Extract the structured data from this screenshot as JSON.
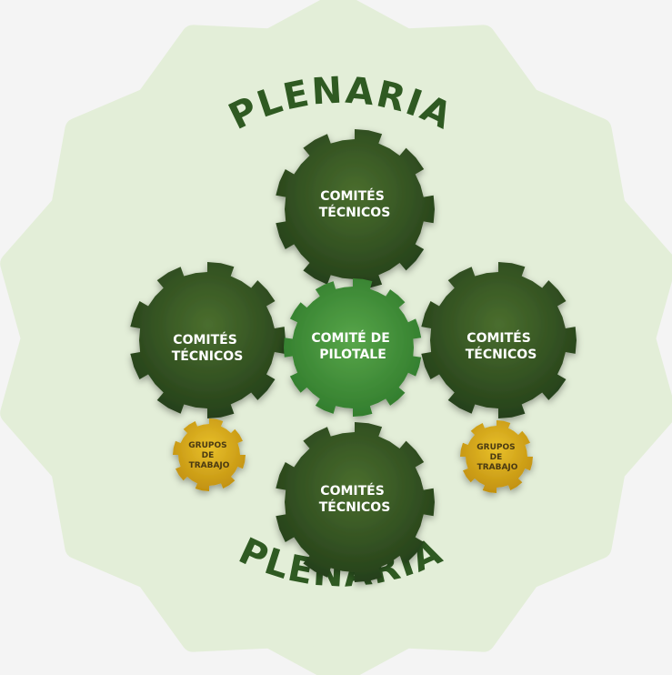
{
  "plenaria": {
    "top_title": "PLENARIA",
    "bottom_title": "PLENARIA"
  },
  "center_gear": {
    "line1": "COMITÉ DE",
    "line2": "PILOTALE"
  },
  "committees": [
    {
      "line1": "COMITÉS",
      "line2": "TÉCNICOS"
    },
    {
      "line1": "COMITÉS",
      "line2": "TÉCNICOS"
    },
    {
      "line1": "COMITÉS",
      "line2": "TÉCNICOS"
    },
    {
      "line1": "COMITÉS",
      "line2": "TÉCNICOS"
    }
  ],
  "work_groups": [
    {
      "line1": "GRUPOS",
      "line2": "DE",
      "line3": "TRABAJO"
    },
    {
      "line1": "GRUPOS",
      "line2": "DE",
      "line3": "TRABAJO"
    }
  ],
  "colors": {
    "background": "#f4f4f4",
    "plenaria_gear": "#e3eed8",
    "committee_gear": "#2e4f1f",
    "center_gear": "#3e8a36",
    "work_group_gear": "#d4a719",
    "title_text": "#2f5a22"
  }
}
